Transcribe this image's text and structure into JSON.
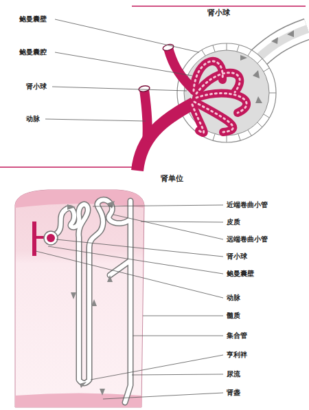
{
  "diagram": {
    "labels": [
      "肾小球",
      "鲍曼囊壁",
      "鲍曼囊腔",
      "肾小球",
      "动脉",
      "肾单位",
      "近端卷曲小管",
      "皮质",
      "远端卷曲小管",
      "肾小球",
      "鲍曼囊壁",
      "动脉",
      "髓质",
      "集合管",
      "亨利袢",
      "尿流",
      "肾盏"
    ]
  }
}
